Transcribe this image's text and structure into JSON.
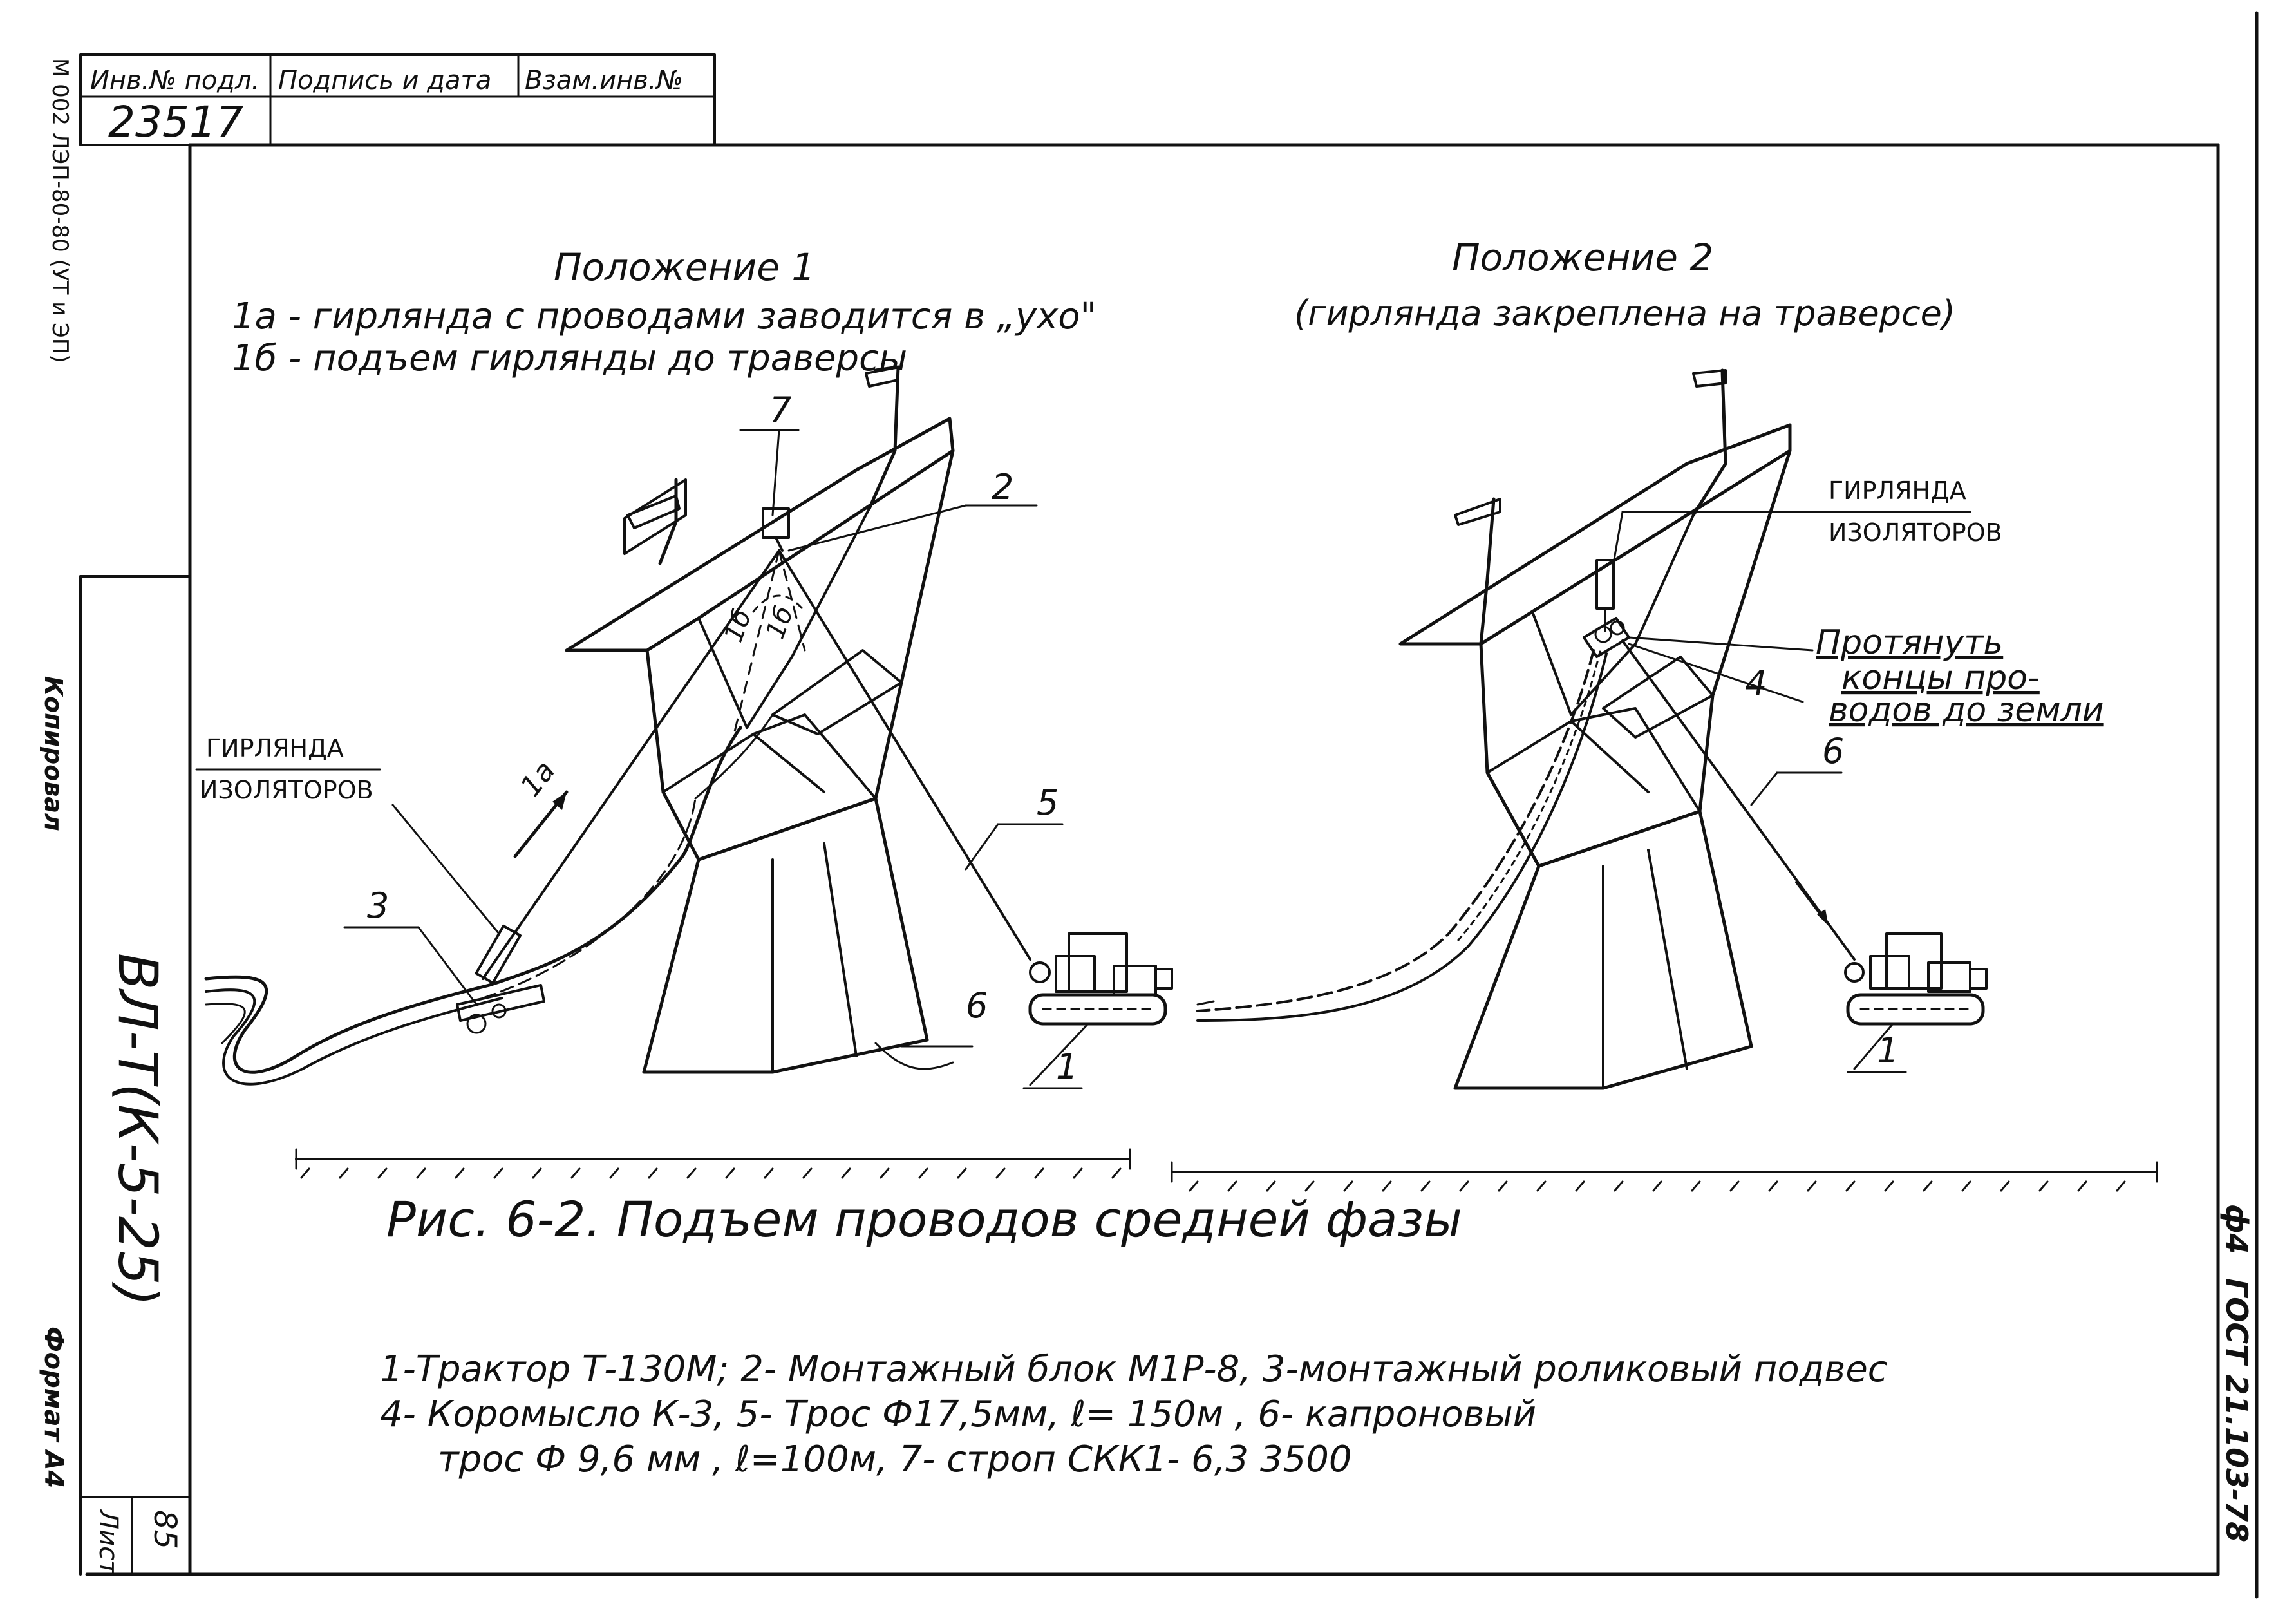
{
  "stamp": {
    "inv_label": "Инв.№ подл.",
    "sign_label": "Подпись и дата",
    "vzam_label": "Взам.инв.№",
    "inv_number": "23517"
  },
  "position1": {
    "title": "Положение 1",
    "line_a": "1а - гирлянда с проводами заводится в „ухо\"",
    "line_b": "1б - подъем гирлянды до траверсы",
    "insulator_label_1": "ГИРЛЯНДА",
    "insulator_label_2": "ИЗОЛЯТОРОВ",
    "arrow_label": "1а",
    "arc_label_1": "1б",
    "arc_label_2": "1б",
    "callouts": [
      "7",
      "2",
      "5",
      "3",
      "6",
      "1"
    ]
  },
  "position2": {
    "title": "Положение 2",
    "subtitle": "(гирлянда закреплена на траверсе)",
    "insulator_label_1": "ГИРЛЯНДА",
    "insulator_label_2": "ИЗОЛЯТОРОВ",
    "pull_1": "Протянуть",
    "pull_2": "концы про-",
    "pull_3": "водов до земли",
    "callouts": [
      "4",
      "6",
      "1"
    ]
  },
  "figure_caption": "Рис. 6-2. Подъем проводов средней фазы",
  "legend": {
    "line1": "1-Трактор Т-130М;   2- Монтажный блок М1Р-8, 3-монтажный роликовый подвес",
    "line2": "4- Коромысло К-3,      5-    Трос  Ф17,5мм,  ℓ= 150м    ,   6- капроновый",
    "line3": "трос   Ф 9,6 мм ,  ℓ=100м,  7- строп  СКК1- 6,3    3500"
  },
  "left_strip": {
    "code": "ВЛ-Т(К-5-25)",
    "copy_label": "Копировал",
    "sheet_label": "Лист",
    "sheet_number": "85",
    "top_note": "М 002 ЛЭП-80-80 (УТ и ЭП)"
  },
  "right_strip": {
    "f_label": "ф4",
    "gost": "ГОСТ 21.103-78",
    "format": "Формат А4"
  },
  "colors": {
    "ink": "#111111",
    "paper": "#ffffff"
  }
}
